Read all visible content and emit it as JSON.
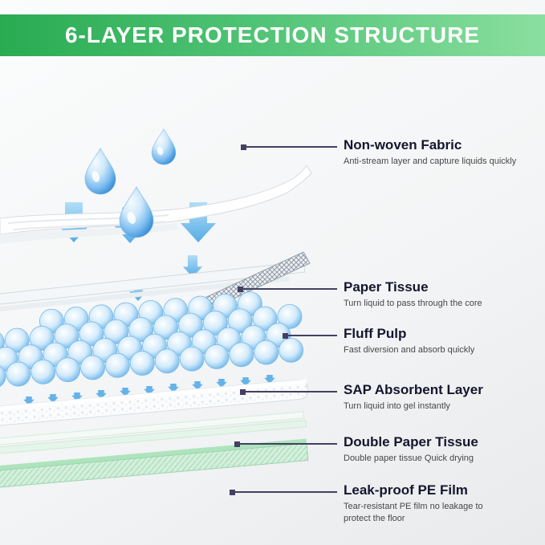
{
  "banner": {
    "title": "6-LAYER PROTECTION STRUCTURE"
  },
  "callouts": [
    {
      "title": "Non-woven Fabric",
      "desc": "Anti-stream layer and capture liquids quickly"
    },
    {
      "title": "Paper Tissue",
      "desc": "Turn liquid to pass through the core"
    },
    {
      "title": "Fluff Pulp",
      "desc": "Fast diversion and absorb quickly"
    },
    {
      "title": "SAP Absorbent Layer",
      "desc": "Turn liquid into gel instantly"
    },
    {
      "title": "Double Paper Tissue",
      "desc": "Double paper tissue Quick drying"
    },
    {
      "title": "Leak-proof PE Film",
      "desc": "Tear-resistant PE film no leakage to protect the floor"
    }
  ],
  "colors": {
    "banner_green_start": "#29ab52",
    "banner_green_end": "#8adf9f",
    "connector_purple": "#443f63",
    "water_blue": "#4d9fe0",
    "film_green": "#aee4bd"
  }
}
